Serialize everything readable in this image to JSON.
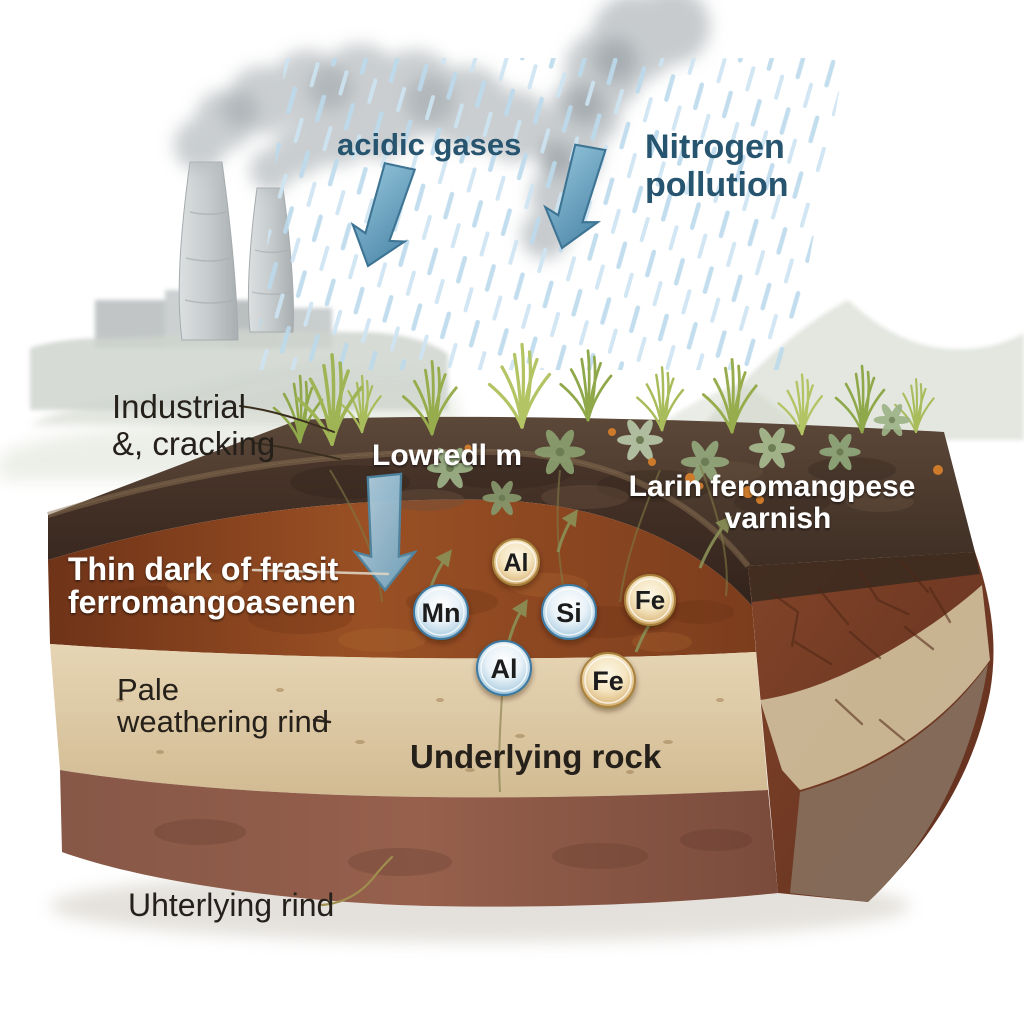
{
  "pollution_labels": {
    "acidic_gases": "acidic gases",
    "nitrogen_line1": "Nitrogen",
    "nitrogen_line2": "pollution"
  },
  "callouts": {
    "industrial": "Industrial",
    "cracking": "&, cracking",
    "surface_text": "Lowredl m",
    "varnish_line1": "Larin feromangpese",
    "varnish_line2": "varnish",
    "thin_dark_line1": "Thin dark of frasit",
    "thin_dark_line2": "ferromangoasenen",
    "pale_line1": "Pale",
    "pale_line2": "weathering rind",
    "underlying_rock": "Underlying rock",
    "underlying_rind": "Uhterlying rind"
  },
  "element_markers": [
    {
      "symbol": "Al",
      "ball": "tan"
    },
    {
      "symbol": "Mn",
      "ball": "blue"
    },
    {
      "symbol": "Si",
      "ball": "blue"
    },
    {
      "symbol": "Fe",
      "ball": "tan"
    },
    {
      "symbol": "Al",
      "ball": "blue"
    },
    {
      "symbol": "Fe",
      "ball": "tan"
    }
  ],
  "colors": {
    "heading_blue": "#27546f",
    "arrow_blue": "#5f96b5",
    "rain_blue": "#bcd9ec",
    "smoke_gray": "#b4babc",
    "varnish_dark": "#3c2c22",
    "red_layer": "#8a4520",
    "pale_layer": "#dcc9a4",
    "bottom_layer": "#815143",
    "top_soil": "#4a382d",
    "vegetation_green": "#9ab050",
    "label_black": "#25201a",
    "label_white": "#ffffff",
    "leader_olive": "#a08f4e"
  }
}
